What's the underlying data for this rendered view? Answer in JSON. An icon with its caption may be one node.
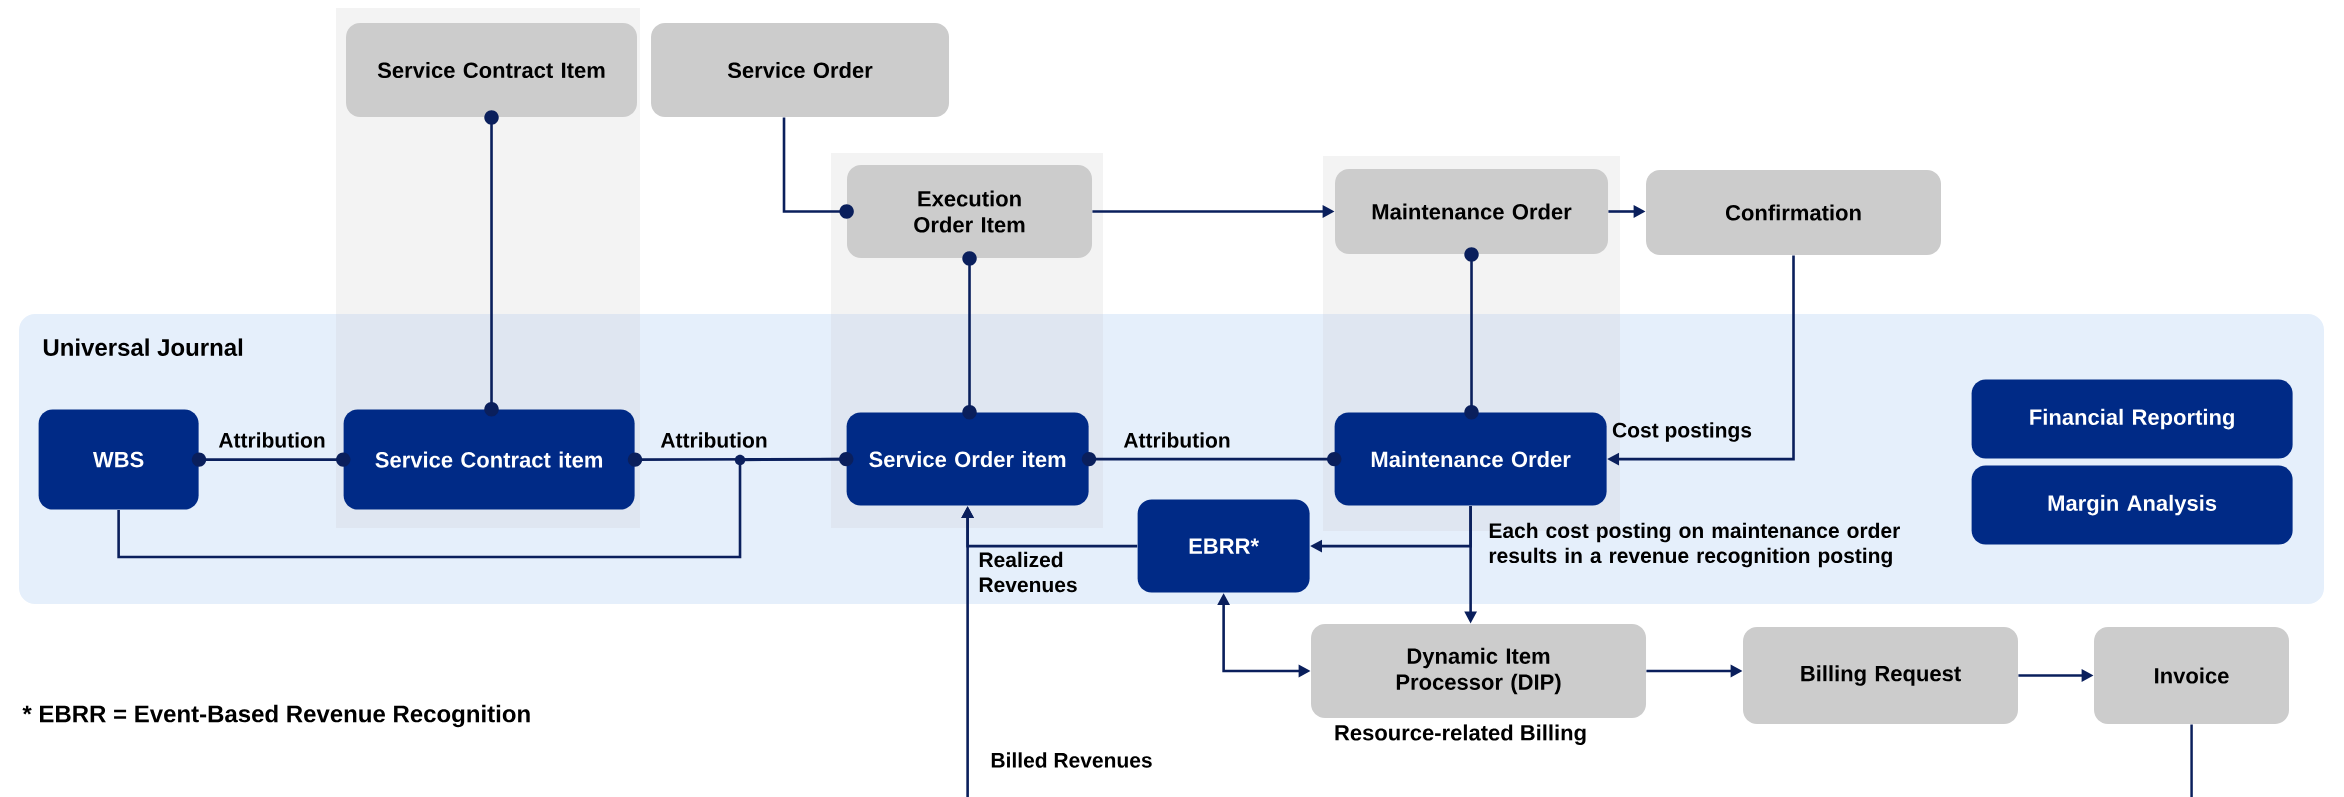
{
  "diagram": {
    "nodes": [
      {
        "text": [
          "Service Contract Item"
        ]
      },
      {
        "text": [
          "Service Order"
        ]
      },
      {
        "text": [
          "Execution Order Item"
        ]
      },
      {
        "text": [
          "Maintenance Order"
        ]
      },
      {
        "text": [
          "Confirmation"
        ]
      },
      {
        "text": [
          "Universal Journal"
        ]
      },
      {
        "text": [
          "WBS"
        ],
        "in": 5
      },
      {
        "text": [
          "Service Contract item"
        ],
        "in": 5
      },
      {
        "text": [
          "Service Order item"
        ],
        "in": 5
      },
      {
        "text": [
          "Maintenance Order"
        ],
        "in": 5
      },
      {
        "text": [
          "Financial Reporting"
        ],
        "in": 5
      },
      {
        "text": [
          "Margin Analysis"
        ],
        "in": 5
      },
      {
        "text": [
          "EBRR*"
        ],
        "in": 5
      },
      {
        "text": [
          "Dynamic Item Processor (DIP)"
        ],
        "beside": [
          "Resource-related Billing"
        ]
      },
      {
        "text": [
          "Billing Request"
        ]
      },
      {
        "text": [
          "Invoice"
        ]
      }
    ],
    "edges": [
      {
        "from": 0,
        "to": 7,
        "arrow": "other"
      },
      {
        "from": 1,
        "to": 2,
        "arrow": "other"
      },
      {
        "from": 2,
        "to": 3,
        "arrow": "to"
      },
      {
        "from": 3,
        "to": 4,
        "arrow": "to"
      },
      {
        "from": 2,
        "to": 8,
        "arrow": "other"
      },
      {
        "from": 3,
        "to": 9,
        "arrow": "other"
      },
      {
        "from": 6,
        "to": 7,
        "arrow": "other",
        "label": "Attribution"
      },
      {
        "from": 7,
        "to": 8,
        "arrow": "other",
        "label": "Attribution"
      },
      {
        "from": 6,
        "to": 8,
        "arrow": "none"
      },
      {
        "from": 8,
        "to": 9,
        "arrow": "other",
        "label": "Attribution"
      },
      {
        "from": 4,
        "to": 9,
        "arrow": "to",
        "label": "Cost postings"
      },
      {
        "from": 9,
        "to": 12,
        "arrow": "to"
      },
      {
        "from": 9,
        "to": 13,
        "arrow": "to",
        "label": "Each cost posting on maintenance order results in a revenue recognition posting"
      },
      {
        "from": 12,
        "to": 8,
        "arrow": "to",
        "label": "Realized Revenues"
      },
      {
        "from": null,
        "to": 8,
        "arrow": "to",
        "label": "Billed Revenues"
      },
      {
        "from": 15,
        "to": null,
        "arrow": "none"
      },
      {
        "from": 12,
        "to": 13,
        "arrow": "both"
      },
      {
        "from": 13,
        "to": 14,
        "arrow": "to"
      },
      {
        "from": 14,
        "to": 15,
        "arrow": "to"
      }
    ],
    "labels": [
      "* EBRR = Event-Based Revenue Recognition"
    ]
  }
}
